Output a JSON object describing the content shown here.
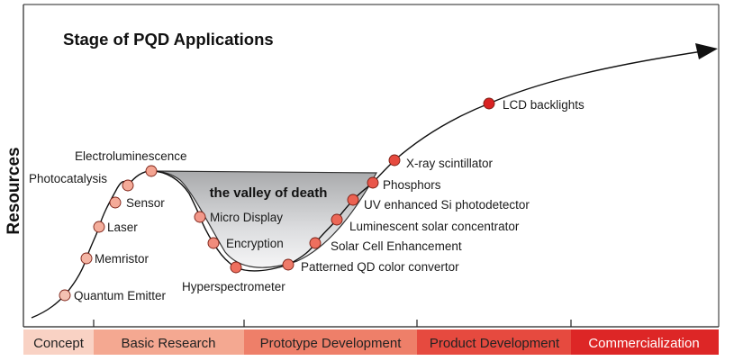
{
  "title": "Stage of PQD Applications",
  "y_axis_label": "Resources",
  "valley_label": "the valley of death",
  "stages": [
    {
      "label": "Concept",
      "color": "#f9d2c4",
      "text_color": "#222222"
    },
    {
      "label": "Basic Research",
      "color": "#f4a891",
      "text_color": "#222222"
    },
    {
      "label": "Prototype Development",
      "color": "#ee7f69",
      "text_color": "#222222"
    },
    {
      "label": "Product Development",
      "color": "#e64a3f",
      "text_color": "#222222"
    },
    {
      "label": "Commercialization",
      "color": "#dd2626",
      "text_color": "#ffffff"
    }
  ],
  "applications": [
    {
      "label": "Quantum Emitter",
      "color": "#f4c1b2"
    },
    {
      "label": "Memristor",
      "color": "#f4b5a4"
    },
    {
      "label": "Laser",
      "color": "#f4ae9c"
    },
    {
      "label": "Sensor",
      "color": "#f4aa98"
    },
    {
      "label": "Photocatalysis",
      "color": "#f4aa98"
    },
    {
      "label": "Electroluminescence",
      "color": "#f4a491"
    },
    {
      "label": "Micro Display",
      "color": "#f2988a"
    },
    {
      "label": "Encryption",
      "color": "#f08c7c"
    },
    {
      "label": "Hyperspectrometer",
      "color": "#ee6f5e"
    },
    {
      "label": "Patterned QD color convertor",
      "color": "#ee7a69"
    },
    {
      "label": "Solar Cell Enhancement",
      "color": "#ee6f5e"
    },
    {
      "label": "Luminescent solar concentrator",
      "color": "#ec6757"
    },
    {
      "label": "UV enhanced Si photodetector",
      "color": "#ec6252"
    },
    {
      "label": "Phosphors",
      "color": "#e9564a"
    },
    {
      "label": "X-ray scintillator",
      "color": "#e64a3f"
    },
    {
      "label": "LCD backlights",
      "color": "#d92222"
    }
  ]
}
